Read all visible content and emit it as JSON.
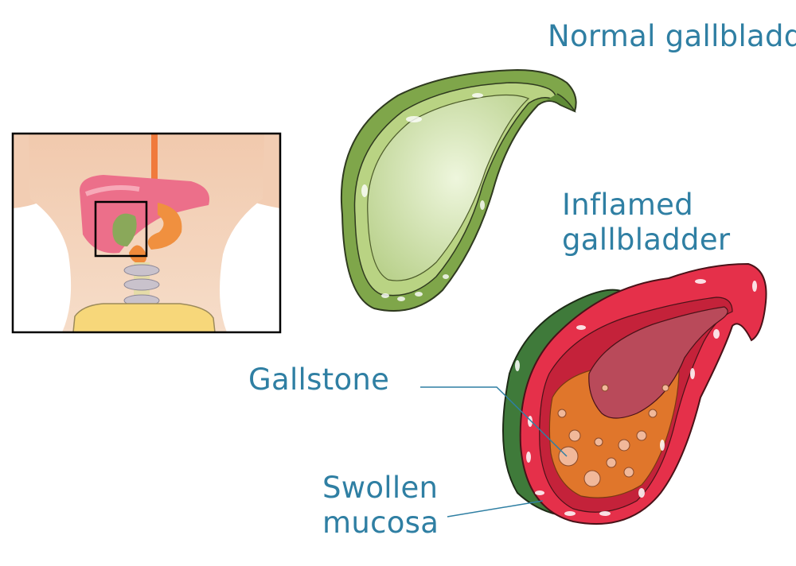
{
  "labels": {
    "normal": "Normal gallbladder",
    "inflamed_line1": "Inflamed",
    "inflamed_line2": "gallbladder",
    "gallstone": "Gallstone",
    "swollen_line1": "Swollen",
    "swollen_line2": "mucosa"
  },
  "colors": {
    "label_text": "#2f7fa3",
    "normal_wall": "#7fa64a",
    "normal_inner": "#cfe0a6",
    "inflamed_outer": "#e5304a",
    "inflamed_green": "#3f7a3a",
    "bile": "#e0762b",
    "skin": "#f3d1b4"
  }
}
